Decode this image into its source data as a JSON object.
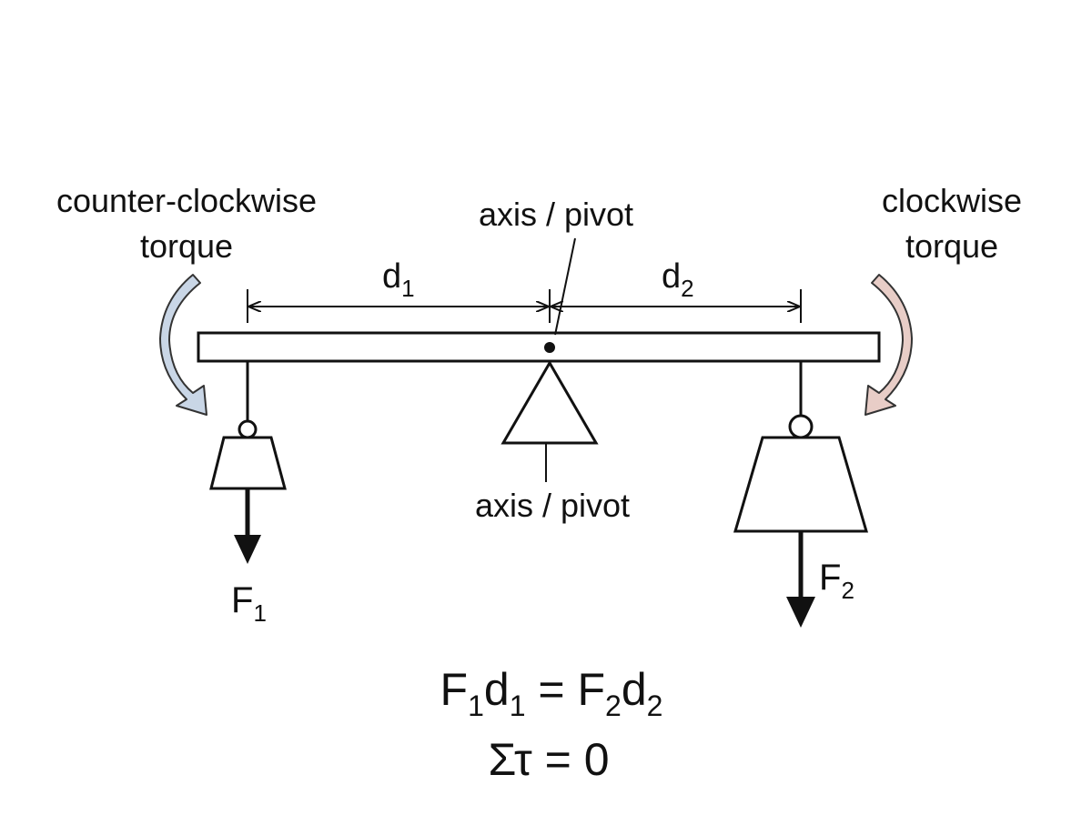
{
  "labels": {
    "ccw_line1": "counter-clockwise",
    "ccw_line2": "torque",
    "cw_line1": "clockwise",
    "cw_line2": "torque",
    "pivot_top": "axis / pivot",
    "pivot_bottom": "axis / pivot",
    "d1_main": "d",
    "d1_sub": "1",
    "d2_main": "d",
    "d2_sub": "2",
    "f1_main": "F",
    "f1_sub": "1",
    "f2_main": "F",
    "f2_sub": "2"
  },
  "equation": {
    "a_main": "F",
    "a_sub": "1",
    "b_main": "d",
    "b_sub": "1",
    "equals": " = ",
    "c_main": "F",
    "c_sub": "2",
    "d_main": "d",
    "d_sub": "2",
    "sum": "Στ = 0"
  },
  "colors": {
    "ink": "#111111",
    "ccw_arrow": "#c9d6e6",
    "cw_arrow": "#e8cdc7",
    "arrow_outline": "#333333"
  }
}
